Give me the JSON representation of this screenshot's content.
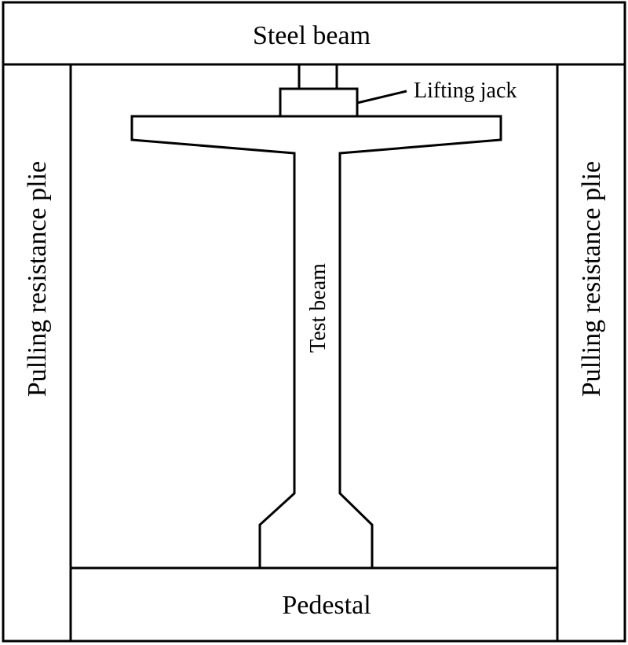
{
  "labels": {
    "steel_beam": "Steel beam",
    "lifting_jack": "Lifting jack",
    "pile_left": "Pulling resistance plie",
    "pile_right": "Pulling resistance plie",
    "test_beam": "Test beam",
    "pedestal": "Pedestal"
  }
}
